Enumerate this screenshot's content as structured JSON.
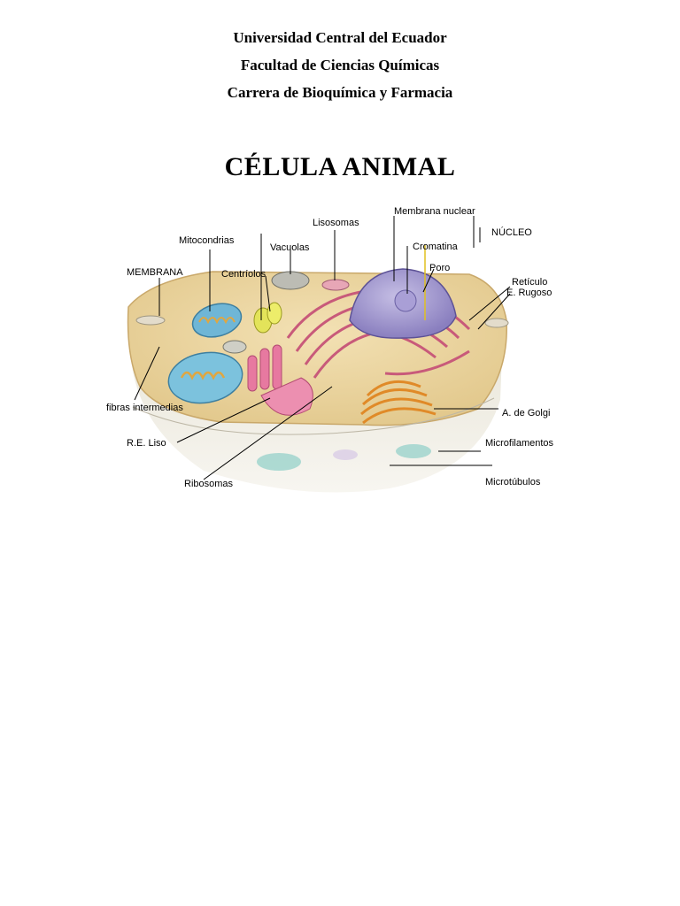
{
  "header": {
    "university": "Universidad Central del Ecuador",
    "faculty": "Facultad de Ciencias Químicas",
    "career": "Carrera de Bioquímica y Farmacia"
  },
  "title": "CÉLULA ANIMAL",
  "figure": {
    "labels": {
      "membrana": "MEMBRANA",
      "mitocondrias": "Mitocondrias",
      "centriolos": "Centríolos",
      "vacuolas": "Vacuolas",
      "lisosomas": "Lisosomas",
      "membrana_nuclear": "Membrana nuclear",
      "nucleo": "NÚCLEO",
      "cromatina": "Cromatina",
      "poro": "Poro",
      "reticulo_line1": "Retículo",
      "reticulo_line2": "E. Rugoso",
      "fibras_intermedias": "fibras intermedias",
      "golgi": "A. de Golgi",
      "re_liso": "R.E. Liso",
      "microfilamentos": "Microfilamentos",
      "ribosomas": "Ribosomas",
      "microtubulos": "Microtúbulos"
    }
  }
}
